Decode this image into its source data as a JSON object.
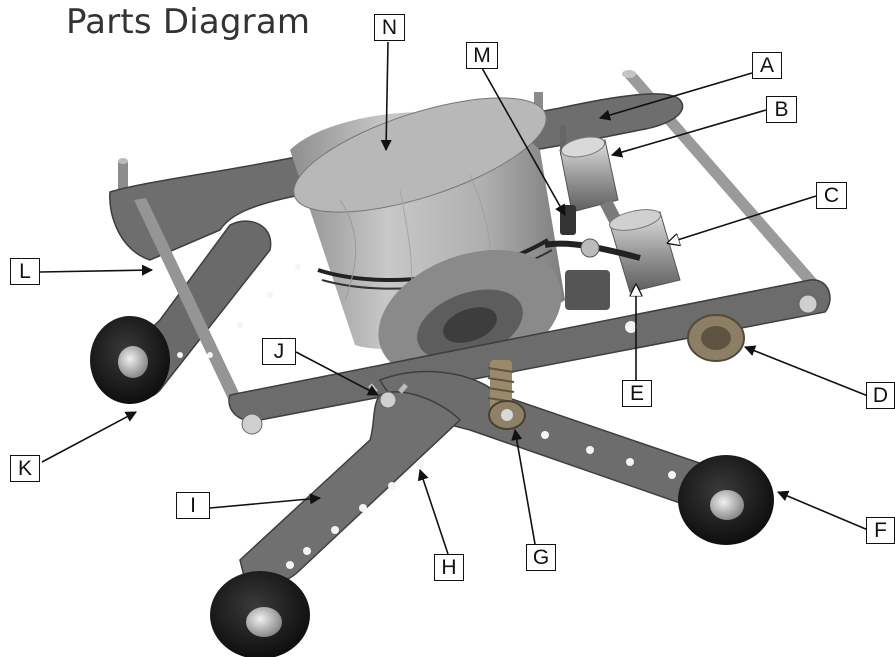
{
  "title": "Parts Diagram",
  "labels": {
    "A": "A",
    "B": "B",
    "C": "C",
    "D": "D",
    "E": "E",
    "F": "F",
    "G": "G",
    "H": "H",
    "I": "I",
    "J": "J",
    "K": "K",
    "L": "L",
    "M": "M",
    "N": "N"
  },
  "colors": {
    "frame": "#6b6b6b",
    "frame_dark": "#4a4a4a",
    "drum": "#a9a9a9",
    "wheel": "#1a1a1a",
    "rod": "#8a8a8a",
    "brass": "#9a8a6a"
  }
}
